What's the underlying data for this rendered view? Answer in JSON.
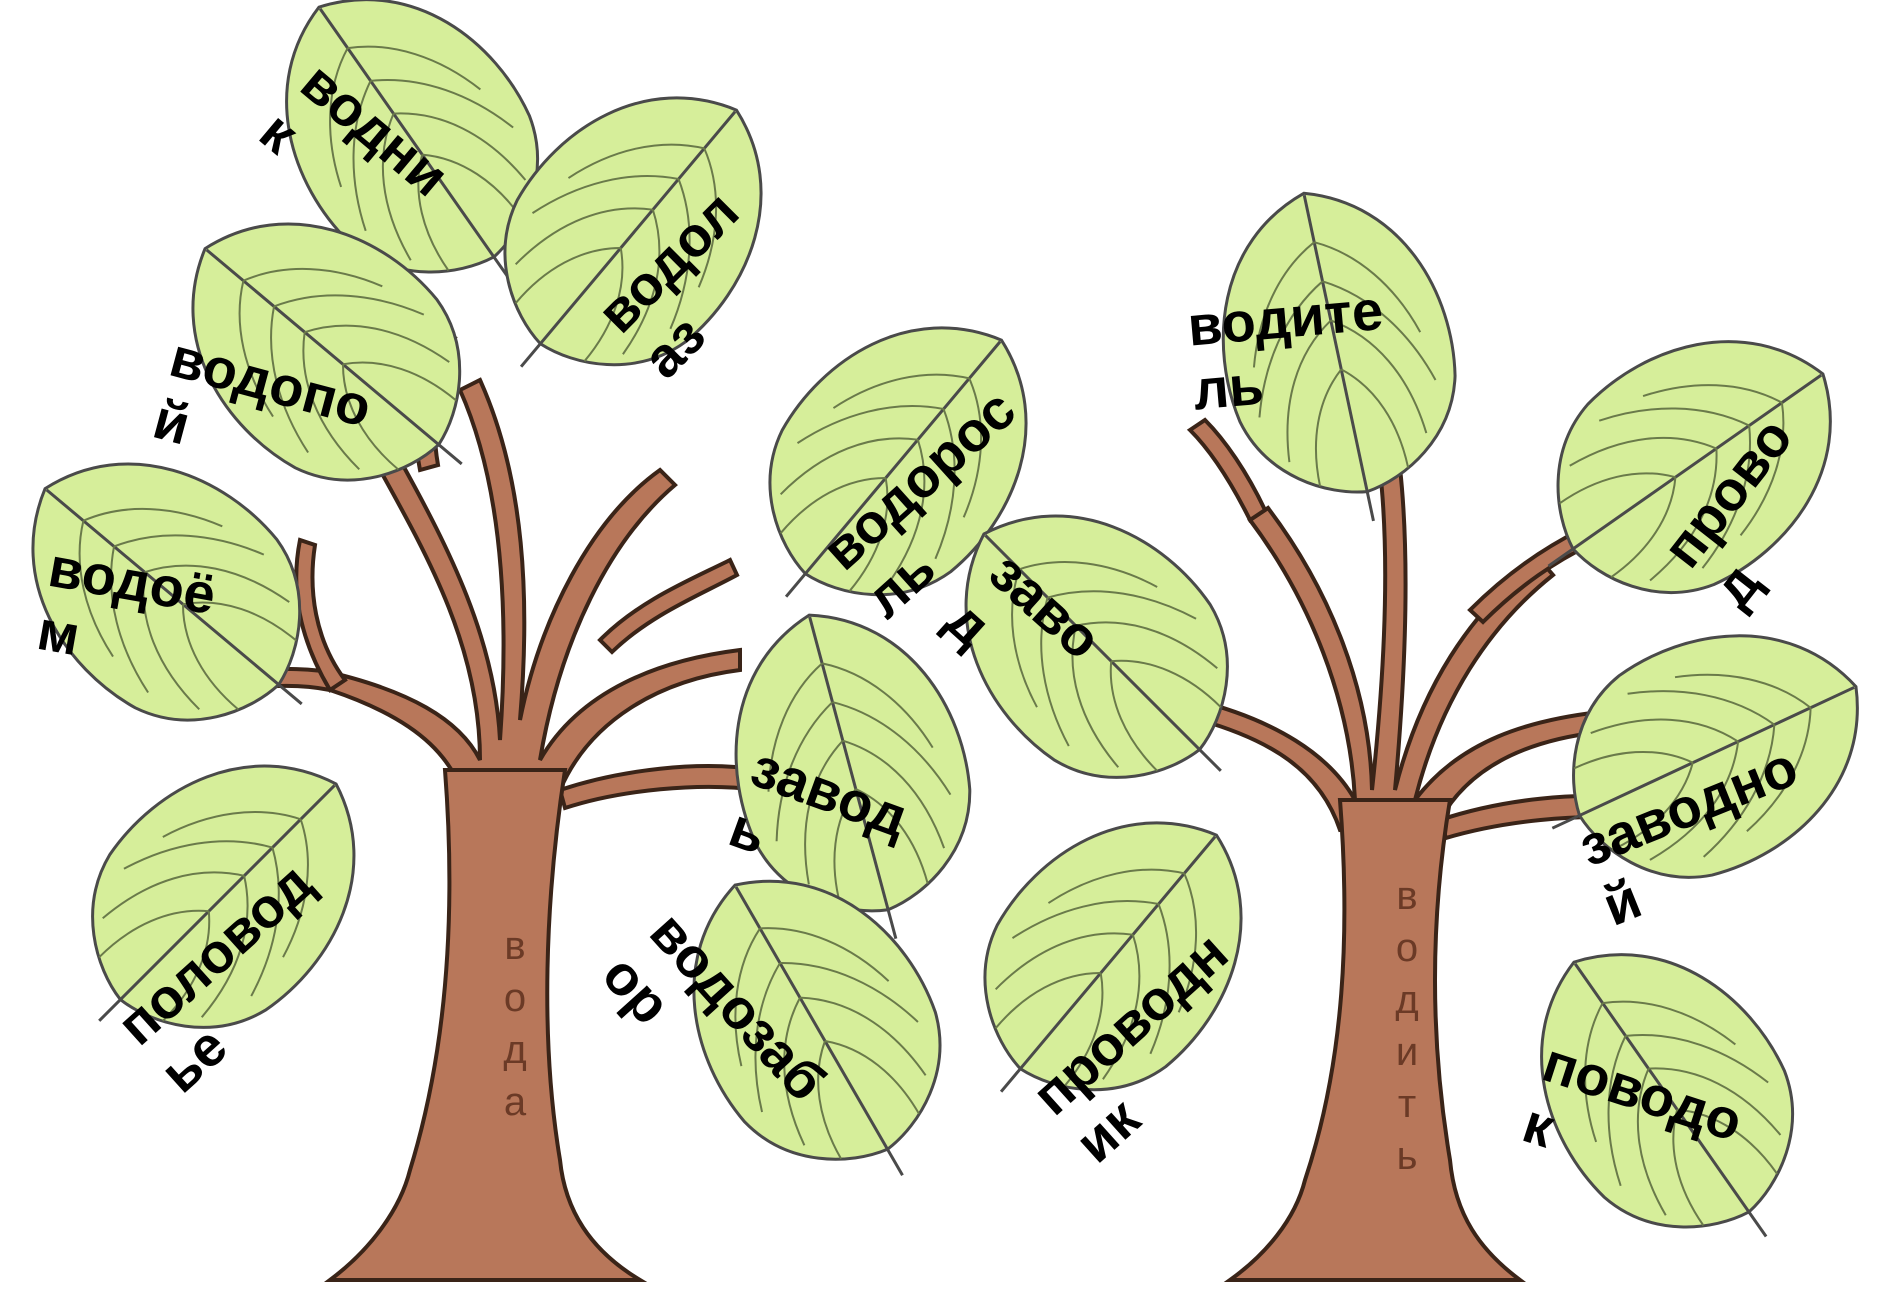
{
  "colors": {
    "leaf_fill": "#d6ee9a",
    "leaf_fill_dark": "#b9e07a",
    "leaf_outline": "#4a4a4a",
    "trunk": "#b8775a",
    "trunk_outline": "#3a2418",
    "text": "#000000",
    "trunk_text": "#6b3a26"
  },
  "trees": [
    {
      "root_word": "в\nо\nд\nа",
      "leaves": [
        {
          "word": "водни\nк"
        },
        {
          "word": "водол\nаз"
        },
        {
          "word": "водопо\nй"
        },
        {
          "word": "водорос\nль"
        },
        {
          "word": "водоё\nм"
        },
        {
          "word": "завод\nь"
        },
        {
          "word": "половод\nье"
        },
        {
          "word": "водозаб\nор"
        }
      ]
    },
    {
      "root_word": "в\nо\nд\nи\nт\nь",
      "leaves": [
        {
          "word": "водите\nль"
        },
        {
          "word": "прово\nд"
        },
        {
          "word": "заво\nд"
        },
        {
          "word": "заводно\nй"
        },
        {
          "word": "проводн\nик"
        },
        {
          "word": "поводо\nк"
        }
      ]
    }
  ]
}
